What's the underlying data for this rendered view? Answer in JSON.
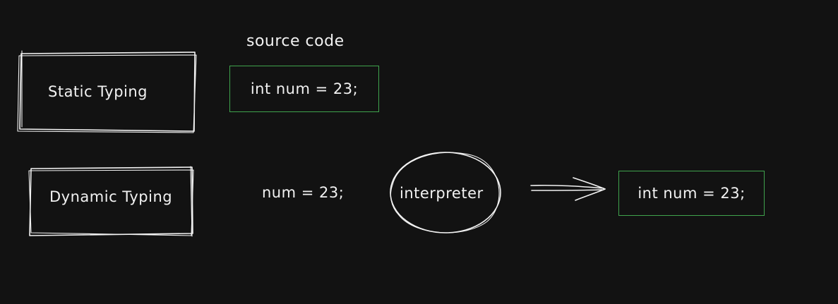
{
  "labels": {
    "source_code": "source code",
    "static_typing": "Static Typing",
    "dynamic_typing": "Dynamic Typing",
    "static_code": "int num = 23;",
    "dynamic_code": "num = 23;",
    "interpreter": "interpreter",
    "result_code": "int num = 23;"
  },
  "colors": {
    "background": "#121212",
    "stroke": "#f2f2f2",
    "code_box_border": "#3fa34d"
  }
}
